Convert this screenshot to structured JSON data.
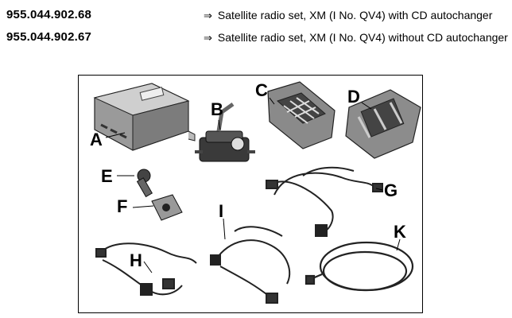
{
  "items": [
    {
      "part_number": "955.044.902.68",
      "arrow": "⇒",
      "description": "Satellite radio set, XM (I No. QV4) with CD autochanger"
    },
    {
      "part_number": "955.044.902.67",
      "arrow": "⇒",
      "description": "Satellite radio set, XM (I No. QV4) without CD autochanger"
    }
  ],
  "figure": {
    "labels": [
      "A",
      "B",
      "C",
      "D",
      "E",
      "F",
      "G",
      "H",
      "I",
      "K"
    ]
  }
}
